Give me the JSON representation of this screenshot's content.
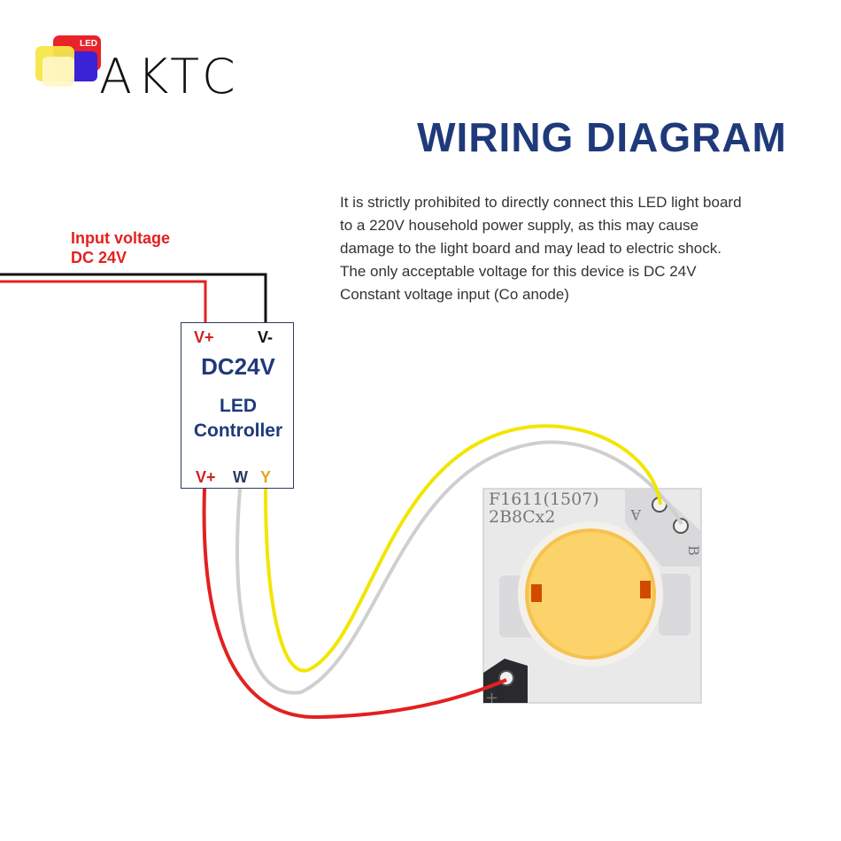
{
  "brand": {
    "name": "AKTC",
    "logo_badge": "LED"
  },
  "title": "WIRING DIAGRAM",
  "warning_lines": [
    "It is strictly prohibited to directly connect this LED light board",
    "to a 220V household power supply, as this may cause",
    "damage to the light board and may lead to electric shock.",
    "The only acceptable voltage for this device is DC 24V",
    "Constant voltage input (Co anode)"
  ],
  "input_label": {
    "line1": "Input voltage",
    "line2": "DC 24V"
  },
  "controller": {
    "v_plus_in": "V+",
    "v_minus_in": "V-",
    "voltage": "DC24V",
    "name_line1": "LED",
    "name_line2": "Controller",
    "v_plus_out": "V+",
    "w_out": "W",
    "y_out": "Y"
  },
  "cob_board": {
    "model_line1": "F1611(1507)",
    "model_line2": "2B8Cx2",
    "terminal_a": "A",
    "terminal_b": "B",
    "terminal_plus": "+"
  },
  "colors": {
    "title": "#1f3a7a",
    "red_wire": "#e32020",
    "black_wire": "#111111",
    "white_wire": "#d6d6d6",
    "yellow_wire": "#f2e600",
    "led_core": "#fbd36a"
  }
}
